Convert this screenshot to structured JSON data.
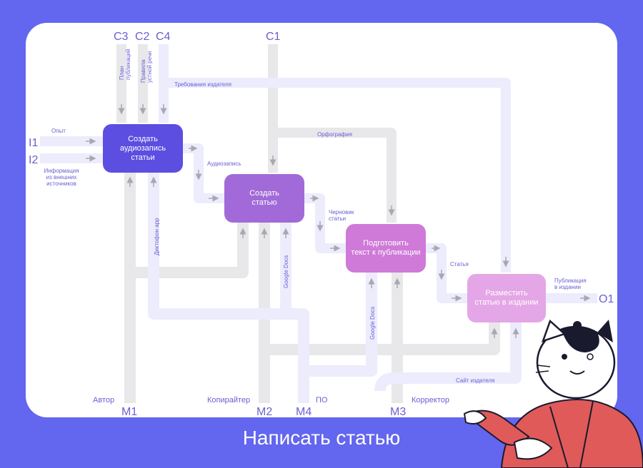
{
  "title": "Написать статью",
  "colors": {
    "frame": "#6366ee",
    "label": "#6a5fd4",
    "arrow_lavender": "#ececfd",
    "arrow_gray": "#e8e8ea",
    "box1": "#5c4ee0",
    "box2": "#a26ad8",
    "box3": "#cf79d8",
    "box4": "#e4a6e6"
  },
  "blocks": [
    {
      "label": "Создать\nаудиозапись\nстатьи"
    },
    {
      "label": "Создать\nстатью"
    },
    {
      "label": "Подготовить\nтекст к публикации"
    },
    {
      "label": "Разместить\nстатью в издании"
    }
  ],
  "codes": {
    "c3": "C3",
    "c2": "C2",
    "c4": "C4",
    "c1": "C1",
    "i1": "I1",
    "i2": "I2",
    "o1": "O1",
    "m1": "M1",
    "m2": "M2",
    "m4": "M4",
    "m3": "M3"
  },
  "labels": {
    "opyt": "Опыт",
    "info": "Информация\nиз внешних\nисточников",
    "plan": "План\nпубликаций",
    "pravila": "Правила\nустной речи",
    "trebovaniya": "Требования издателя",
    "orfografiya": "Орфография",
    "audiozapis": "Аудиозапись",
    "chernovik": "Черновик\nстатьи",
    "statya": "Статья",
    "publikaciya": "Публикация\nв издании",
    "diktofon": "Диктофон app",
    "gdocs1": "Google Docs",
    "gdocs2": "Google Docs",
    "sait": "Сайт издателя",
    "avtor": "Автор",
    "kopiraiter": "Копирайтер",
    "po": "ПО",
    "korrektor": "Корректор"
  }
}
